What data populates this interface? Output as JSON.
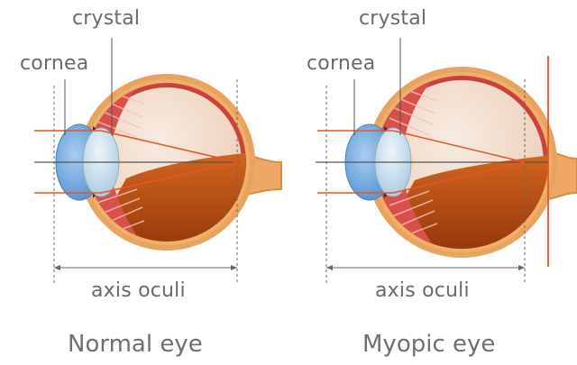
{
  "diagrams": [
    {
      "label_crystal": "crystal",
      "label_cornea": "cornea",
      "label_axis": "axis oculi",
      "caption": "Normal eye"
    },
    {
      "label_crystal": "crystal",
      "label_cornea": "cornea",
      "label_axis": "axis oculi",
      "caption": "Myopic eye"
    }
  ],
  "colors": {
    "sclera": "#e8a45f",
    "vitreous": "#f3ddcc",
    "choroid": "#c8443a",
    "retina_dark": "#b8480e",
    "cornea": "#78aee0",
    "lens": "#d2e6f3",
    "ray": "#e8542c",
    "axis_line": "#555555"
  }
}
